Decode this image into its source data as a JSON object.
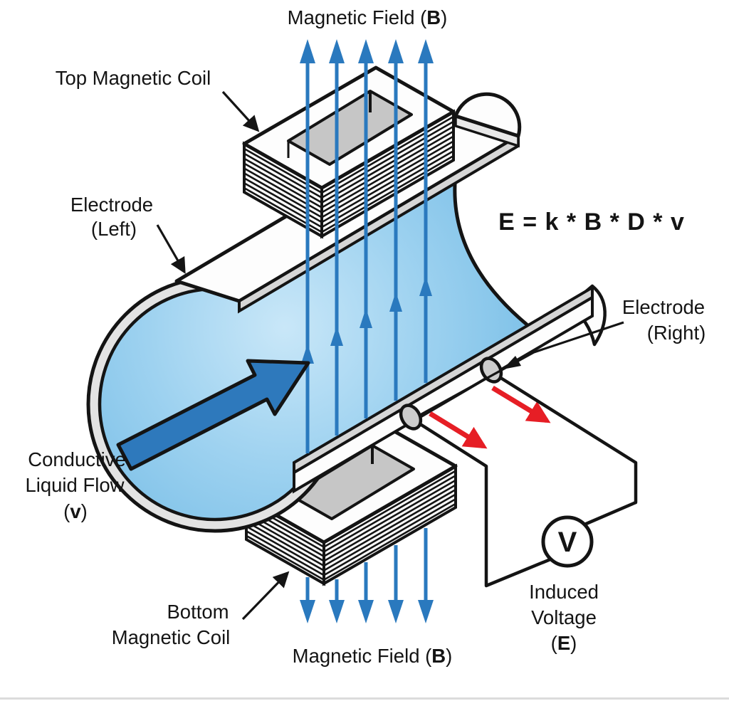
{
  "colors": {
    "field_blue": "#2A79BE",
    "flow_arrow_blue": "#2E79BC",
    "liquid_light": "#C9E7F8",
    "liquid_mid": "#9ED2F0",
    "liquid_deep": "#6FB9E4",
    "signal_red": "#E61E25",
    "metal_gray": "#E3E3E3",
    "plate_band_gray": "#D6D6D6",
    "coil_hole_gray": "#C6C6C6",
    "outline_black": "#141414"
  },
  "labels": {
    "magnetic_field_top": {
      "prefix": "Magnetic Field (",
      "symbol": "B",
      "suffix": ")"
    },
    "magnetic_field_bottom": {
      "prefix": "Magnetic Field (",
      "symbol": "B",
      "suffix": ")"
    },
    "top_coil": "Top Magnetic Coil",
    "electrode_left": {
      "line1": "Electrode",
      "line2": "(Left)"
    },
    "electrode_right": {
      "line1": "Electrode",
      "line2": "(Right)"
    },
    "conductive_flow": {
      "line1": "Conductive",
      "line2": "Liquid Flow",
      "line3_prefix": "(",
      "symbol": "v",
      "line3_suffix": ")"
    },
    "bottom_coil": {
      "line1": "Bottom",
      "line2": "Magnetic Coil"
    },
    "induced_voltage": {
      "line1": "Induced",
      "line2": "Voltage",
      "line3_prefix": "(",
      "symbol": "E",
      "line3_suffix": ")"
    },
    "formula": "E = k * B * D * v",
    "voltmeter": "V"
  }
}
